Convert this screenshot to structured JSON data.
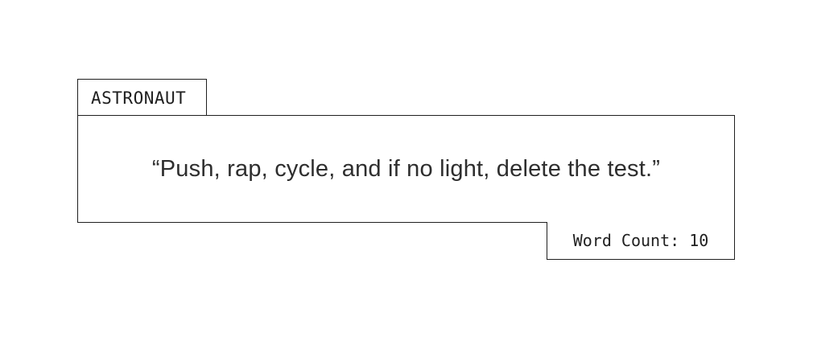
{
  "speaker": {
    "label": "ASTRONAUT"
  },
  "quote": {
    "text": "“Push, rap, cycle, and if no light, delete the test.”"
  },
  "word_count": {
    "label": "Word Count: 10"
  }
}
